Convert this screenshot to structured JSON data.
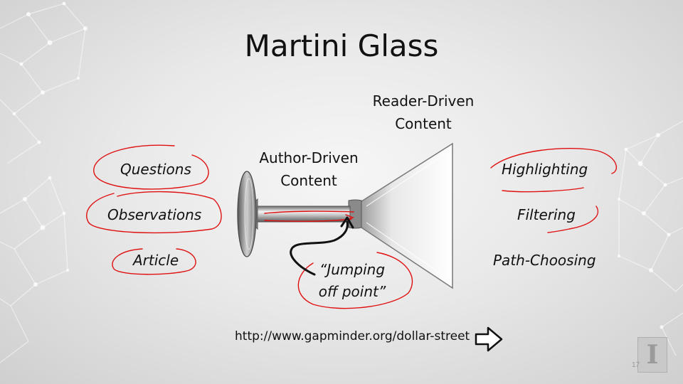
{
  "slide": {
    "title": "Martini Glass",
    "reader_label_line1": "Reader-Driven",
    "reader_label_line2": "Content",
    "author_label_line1": "Author-Driven",
    "author_label_line2": "Content",
    "left_items": [
      "Questions",
      "Observations",
      "Article"
    ],
    "right_items": [
      "Highlighting",
      "Filtering",
      "Path-Choosing"
    ],
    "callout_line1": "“Jumping",
    "callout_line2": "off point”",
    "url": "http://www.gapminder.org/dollar-street",
    "page_number": "17",
    "logo_letter": "I"
  },
  "colors": {
    "annotation": "#e01010",
    "text": "#111111",
    "background": "#ececec"
  },
  "icons": {
    "next": "right-arrow-icon",
    "logo": "university-block-i-logo"
  }
}
